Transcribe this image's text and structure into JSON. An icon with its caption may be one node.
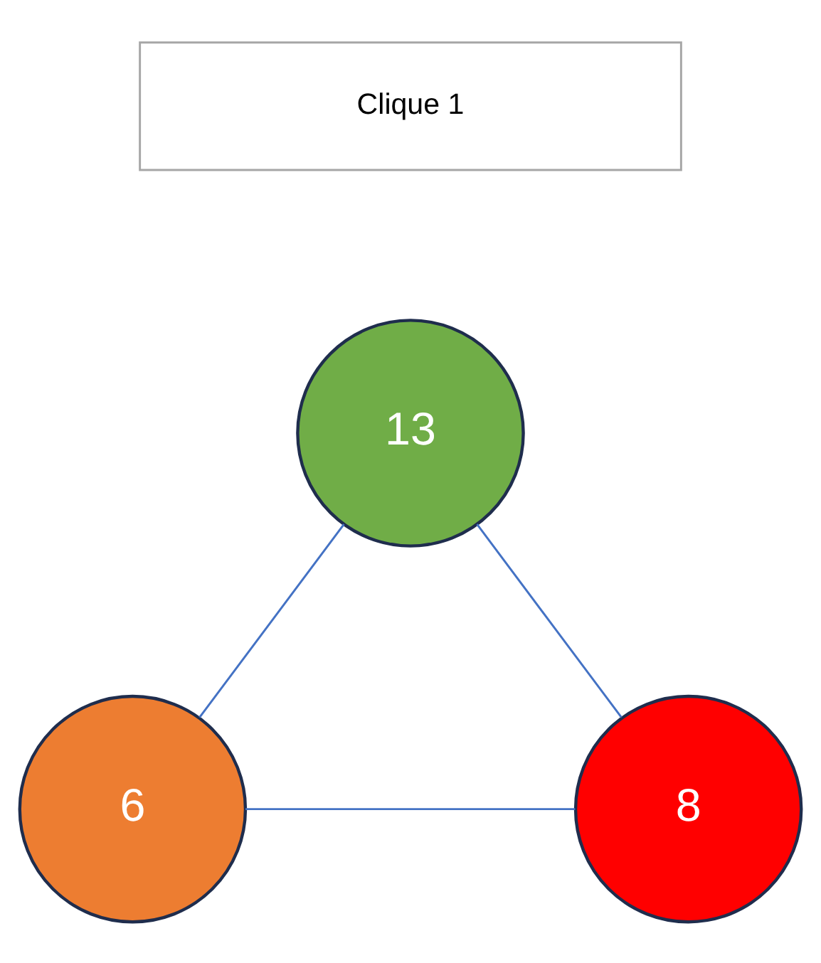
{
  "diagram": {
    "nodes": [
      {
        "text": [
          "Clique 1"
        ]
      },
      {
        "text": [
          "13"
        ]
      },
      {
        "text": [
          "6"
        ]
      },
      {
        "text": [
          "8"
        ]
      }
    ],
    "edges": [
      {
        "from": 1,
        "to": 2,
        "arrow": "none"
      },
      {
        "from": 1,
        "to": 3,
        "arrow": "none"
      },
      {
        "from": 2,
        "to": 3,
        "arrow": "none"
      }
    ]
  }
}
